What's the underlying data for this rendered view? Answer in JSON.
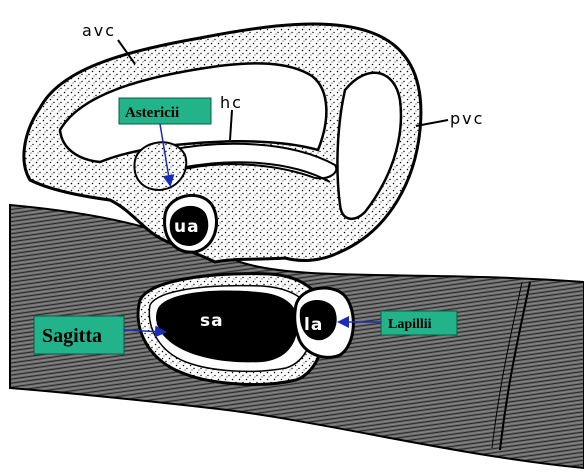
{
  "structure_labels": {
    "avc": "avc",
    "hc": "hc",
    "pvc": "pvc",
    "ua": "ua",
    "sa": "sa",
    "la": "la"
  },
  "otolith_labels": {
    "asteriscii": "Astericii",
    "sagitta": "Sagitta",
    "lapillii": "Lapillii"
  },
  "colors": {
    "label_box_fill": "#22b38a",
    "arrow": "#1a2db8",
    "ink": "#000000"
  }
}
